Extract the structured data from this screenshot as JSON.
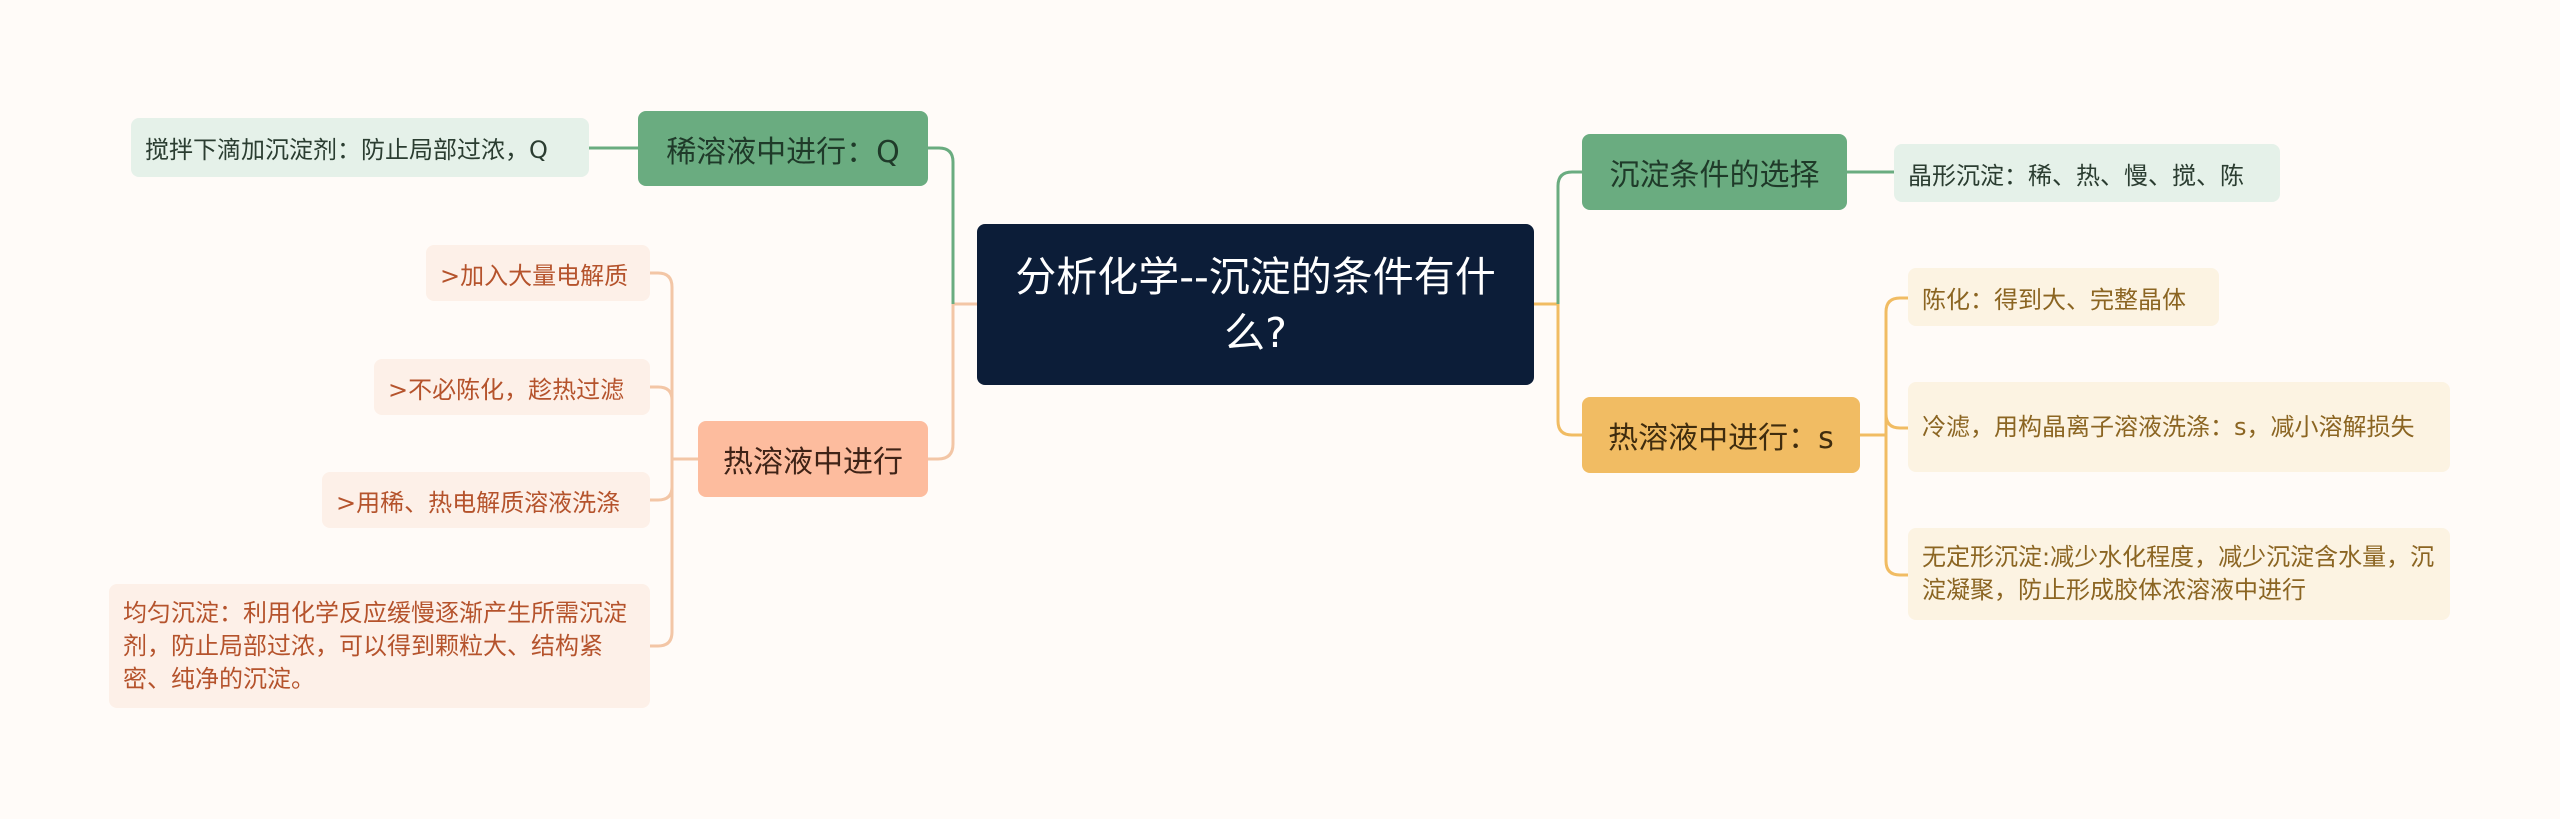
{
  "root": {
    "title": "分析化学--沉淀的条件有什么?"
  },
  "left": {
    "dilute": {
      "label": "稀溶液中进行：Q",
      "children": [
        "搅拌下滴加沉淀剂：防止局部过浓，Q"
      ]
    },
    "hot": {
      "label": "热溶液中进行",
      "children": [
        ">加入大量电解质",
        ">不必陈化，趁热过滤",
        ">用稀、热电解质溶液洗涤",
        "均匀沉淀：利用化学反应缓慢逐渐产生所需沉淀剂，防止局部过浓，可以得到颗粒大、结构紧密、纯净的沉淀。"
      ]
    }
  },
  "right": {
    "choice": {
      "label": "沉淀条件的选择",
      "children": [
        "晶形沉淀：稀、热、慢、搅、陈"
      ]
    },
    "hot": {
      "label": "热溶液中进行：s",
      "children": [
        "陈化：得到大、完整晶体",
        "冷滤，用构晶离子溶液洗涤：s，减小溶解损失",
        "无定形沉淀:减少水化程度，减少沉淀含水量，沉淀凝聚，防止形成胶体浓溶液中进行"
      ]
    }
  },
  "colors": {
    "root": "#0c1d38",
    "green": "#6aac80",
    "peach": "#fdbc9e",
    "yellow": "#f1bc63"
  }
}
